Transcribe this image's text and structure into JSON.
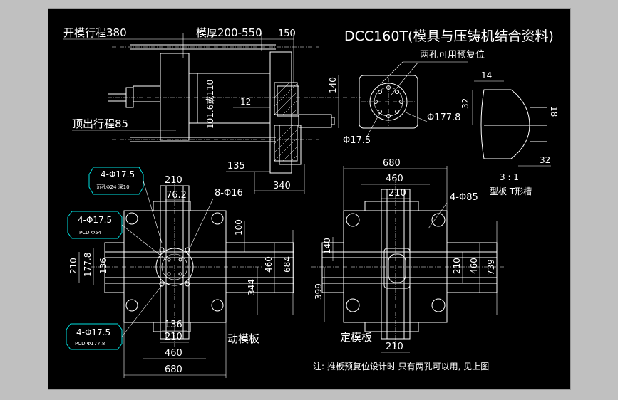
{
  "title": "DCC160T(模具与压铸机结合资料)",
  "colors": {
    "background_outer": "#c0c0c0",
    "drawing_bg": "#000000",
    "line": "#ffffff",
    "callout": "#00e0e0"
  },
  "top_view": {
    "open_stroke": "开模行程380",
    "mold_thickness": "模厚200-550",
    "dim_150": "150",
    "ejector_stroke": "顶出行程85",
    "dim_1016": "101.6或110",
    "dim_12": "12",
    "dim_135": "135",
    "dim_340": "340"
  },
  "reset_hole_view": {
    "note": "两孔可用预复位",
    "dim_140": "140",
    "dia_1778": "Φ177.8",
    "dia_175": "Φ17.5"
  },
  "t_slot_view": {
    "dim_14": "14",
    "dim_32a": "32",
    "dim_18": "18",
    "dim_32b": "32",
    "scale": "3 : 1",
    "label": "型板 T形槽"
  },
  "moving_platen": {
    "label": "动模板",
    "dim_210_top": "210",
    "dim_762": "76.2",
    "holes_8": "8-Φ16",
    "dim_100": "100",
    "dim_460_v": "460",
    "dim_684": "684",
    "dim_344": "344",
    "dim_210_left": "210",
    "dim_1778": "177.8",
    "dim_136_left": "136",
    "dim_136_bottom": "136",
    "dim_210_bottom": "210",
    "dim_460_h": "460",
    "dim_680": "680"
  },
  "callouts": [
    {
      "main": "4-Φ17.5",
      "sub": "沉孔Φ24 深10"
    },
    {
      "main": "4-Φ17.5",
      "sub": "PCD Φ54"
    },
    {
      "main": "4-Φ17.5",
      "sub": "PCD Φ177.8"
    }
  ],
  "fixed_platen": {
    "label": "定模板",
    "dim_680": "680",
    "dim_460_top": "460",
    "dim_210_top": "210",
    "holes_4": "4-Φ85",
    "dim_140": "140",
    "dim_399": "399",
    "dim_210_right": "210",
    "dim_460_right": "460",
    "dim_739": "739",
    "dim_210_bottom": "210"
  },
  "footer_note": "注: 推板预复位设计时 只有两孔可以用, 见上图"
}
